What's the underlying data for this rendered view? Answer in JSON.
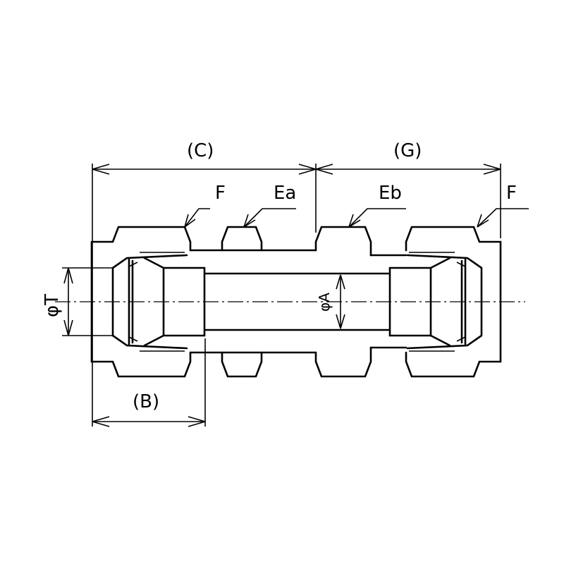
{
  "labels": {
    "dim_c": "(C)",
    "dim_g": "(G)",
    "dim_b": "(B)",
    "nut_left": "F",
    "nut_right": "F",
    "hex_a": "Ea",
    "hex_b": "Eb",
    "dia_t": "φT",
    "dia_a": "φA"
  },
  "colors": {
    "ink": "#000000",
    "paper": "#ffffff"
  }
}
